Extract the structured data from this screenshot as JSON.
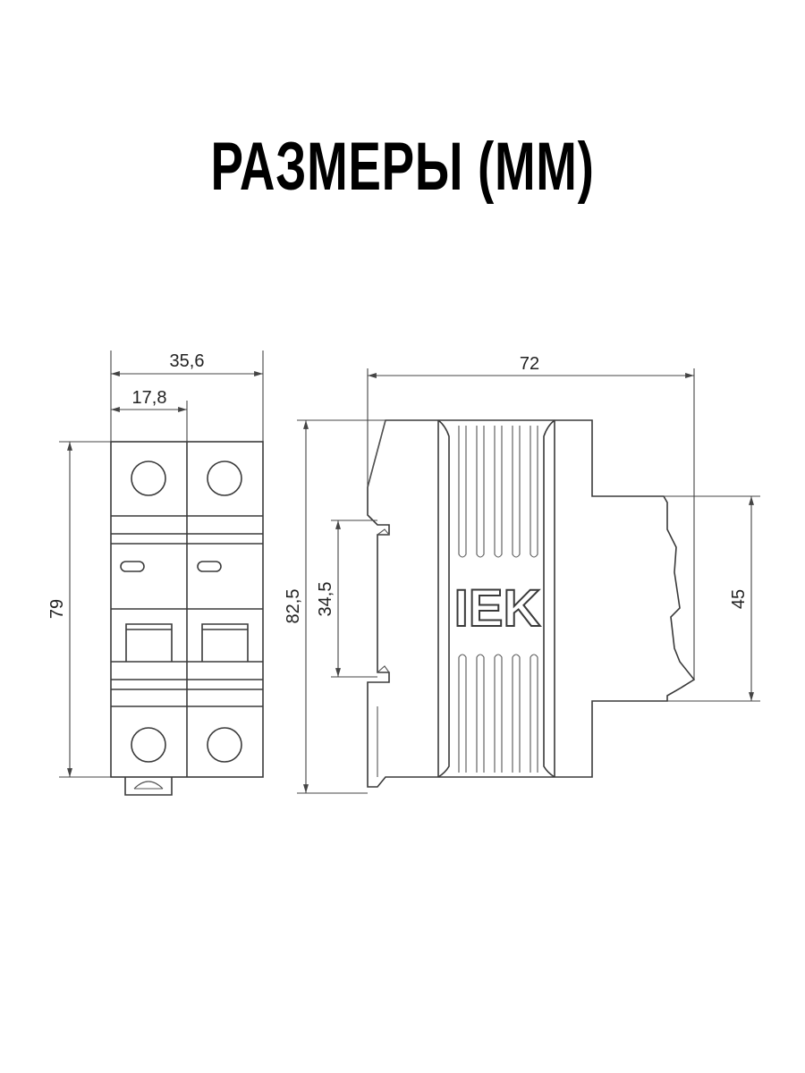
{
  "title": "РАЗМЕРЫ (ММ)",
  "front_view": {
    "width_total": "35,6",
    "width_module": "17,8",
    "height": "79"
  },
  "side_view": {
    "depth": "72",
    "height_total": "82,5",
    "rail_height": "34,5",
    "front_height": "45",
    "logo": "IEK"
  }
}
